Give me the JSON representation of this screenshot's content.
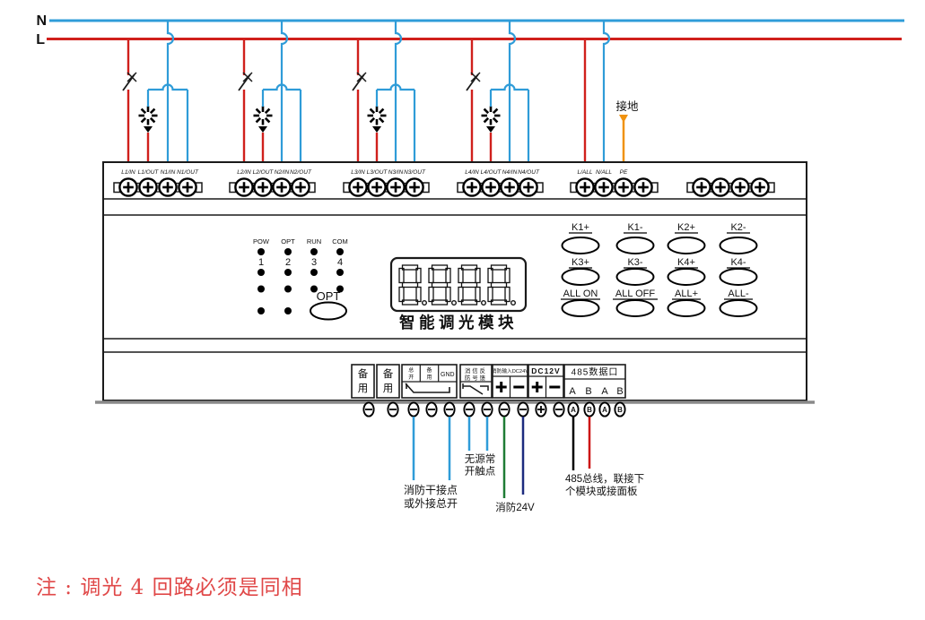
{
  "power": {
    "neutral_label": "N",
    "live_label": "L"
  },
  "ground": {
    "label": "接地"
  },
  "terminal_groups": [
    {
      "labels": [
        "L1/IN",
        "L1/OUT",
        "N1/IN",
        "N1/OUT"
      ]
    },
    {
      "labels": [
        "L2/IN",
        "L2/OUT",
        "N2/IN",
        "N2/OUT"
      ]
    },
    {
      "labels": [
        "L3/IN",
        "L3/OUT",
        "N3/IN",
        "N3/OUT"
      ]
    },
    {
      "labels": [
        "L4/IN",
        "L4/OUT",
        "N4/IN",
        "N4/OUT"
      ]
    },
    {
      "labels": [
        "L/ALL",
        "N/ALL",
        "PE",
        ""
      ]
    },
    {
      "labels": [
        "",
        "",
        "",
        ""
      ]
    }
  ],
  "panel": {
    "status_leds": [
      "POW",
      "OPT",
      "RUN",
      "COM"
    ],
    "channel_leds": [
      "1",
      "2",
      "3",
      "4"
    ],
    "opt_button": "OPT",
    "display_digits": [
      "8.",
      "8.",
      "8.",
      "8."
    ],
    "title": "智能调光模块",
    "button_rows": [
      [
        "K1+",
        "K1-",
        "K2+",
        "K2-"
      ],
      [
        "K3+",
        "K3-",
        "K4+",
        "K4-"
      ],
      [
        "ALL ON",
        "ALL OFF",
        "ALL+",
        "ALL-"
      ]
    ]
  },
  "bottom_panel": {
    "spare_boxes": [
      "备用",
      "备用"
    ],
    "io_box": {
      "cells": [
        "总开",
        "备用",
        "GND"
      ]
    },
    "fire_feedback_box": {
      "rows": [
        "消信反",
        "防号馈"
      ]
    },
    "fire_input_box": {
      "label": "消防输入DC24V",
      "pins": [
        "+",
        "−"
      ]
    },
    "dc12_box": {
      "label": "DC12V",
      "pins": [
        "+",
        "−"
      ]
    },
    "rs485_box": {
      "label": "485数据口",
      "pins": [
        "A",
        "B",
        "A",
        "B"
      ]
    },
    "screw_symbols": [
      "−",
      "−",
      "−",
      "−",
      "−",
      "−",
      "−",
      "−",
      "−",
      "+",
      "−",
      "A",
      "B",
      "A",
      "B"
    ]
  },
  "annotations": {
    "fire_dry_contact": [
      "消防干接点",
      "或外接总开"
    ],
    "passive_no_contact": [
      "无源常",
      "开触点"
    ],
    "fire_24v": "消防24V",
    "rs485_bus": [
      "485总线，联接下",
      "个模块或接面板"
    ]
  },
  "note": {
    "text": "注 : 调光 4 回路必须是同相",
    "color": "#e04848"
  },
  "colors": {
    "live": "#d0201c",
    "neutral": "#2f9cd8",
    "ground": "#f0920e",
    "fire24v_pos": "#1f7c35",
    "fire24v_neg": "#1d2b7f",
    "bus_a": "#000000",
    "bus_b": "#cc1111"
  }
}
